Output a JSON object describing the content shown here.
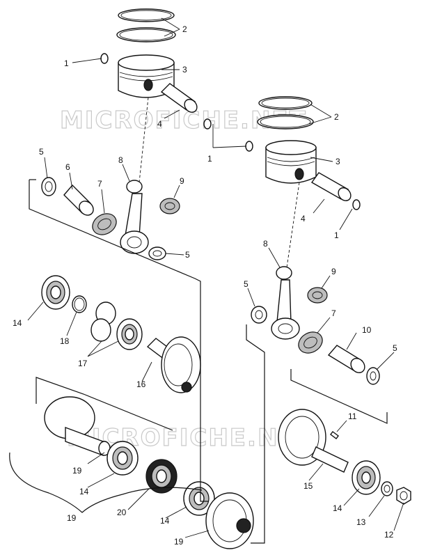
{
  "watermark": [
    "MICROFICHE.NET",
    "MICROFICHE.NET"
  ],
  "callouts": [
    {
      "id": "c-2a",
      "text": "2"
    },
    {
      "id": "c-3a",
      "text": "3"
    },
    {
      "id": "c-1a",
      "text": "1"
    },
    {
      "id": "c-4a",
      "text": "4"
    },
    {
      "id": "c-1b",
      "text": "1"
    },
    {
      "id": "c-2b",
      "text": "2"
    },
    {
      "id": "c-3b",
      "text": "3"
    },
    {
      "id": "c-4b",
      "text": "4"
    },
    {
      "id": "c-1c",
      "text": "1"
    },
    {
      "id": "c-5a",
      "text": "5"
    },
    {
      "id": "c-6",
      "text": "6"
    },
    {
      "id": "c-7a",
      "text": "7"
    },
    {
      "id": "c-8a",
      "text": "8"
    },
    {
      "id": "c-9a",
      "text": "9"
    },
    {
      "id": "c-5b",
      "text": "5"
    },
    {
      "id": "c-8b",
      "text": "8"
    },
    {
      "id": "c-9b",
      "text": "9"
    },
    {
      "id": "c-5c",
      "text": "5"
    },
    {
      "id": "c-7b",
      "text": "7"
    },
    {
      "id": "c-10",
      "text": "10"
    },
    {
      "id": "c-5d",
      "text": "5"
    },
    {
      "id": "c-14a",
      "text": "14"
    },
    {
      "id": "c-18",
      "text": "18"
    },
    {
      "id": "c-17",
      "text": "17"
    },
    {
      "id": "c-16",
      "text": "16"
    },
    {
      "id": "c-19a",
      "text": "19"
    },
    {
      "id": "c-14b",
      "text": "14"
    },
    {
      "id": "c-20",
      "text": "20"
    },
    {
      "id": "c-14c",
      "text": "14"
    },
    {
      "id": "c-19b",
      "text": "19"
    },
    {
      "id": "c-19c",
      "text": "19"
    },
    {
      "id": "c-11",
      "text": "11"
    },
    {
      "id": "c-15",
      "text": "15"
    },
    {
      "id": "c-14d",
      "text": "14"
    },
    {
      "id": "c-13",
      "text": "13"
    },
    {
      "id": "c-12",
      "text": "12"
    }
  ]
}
